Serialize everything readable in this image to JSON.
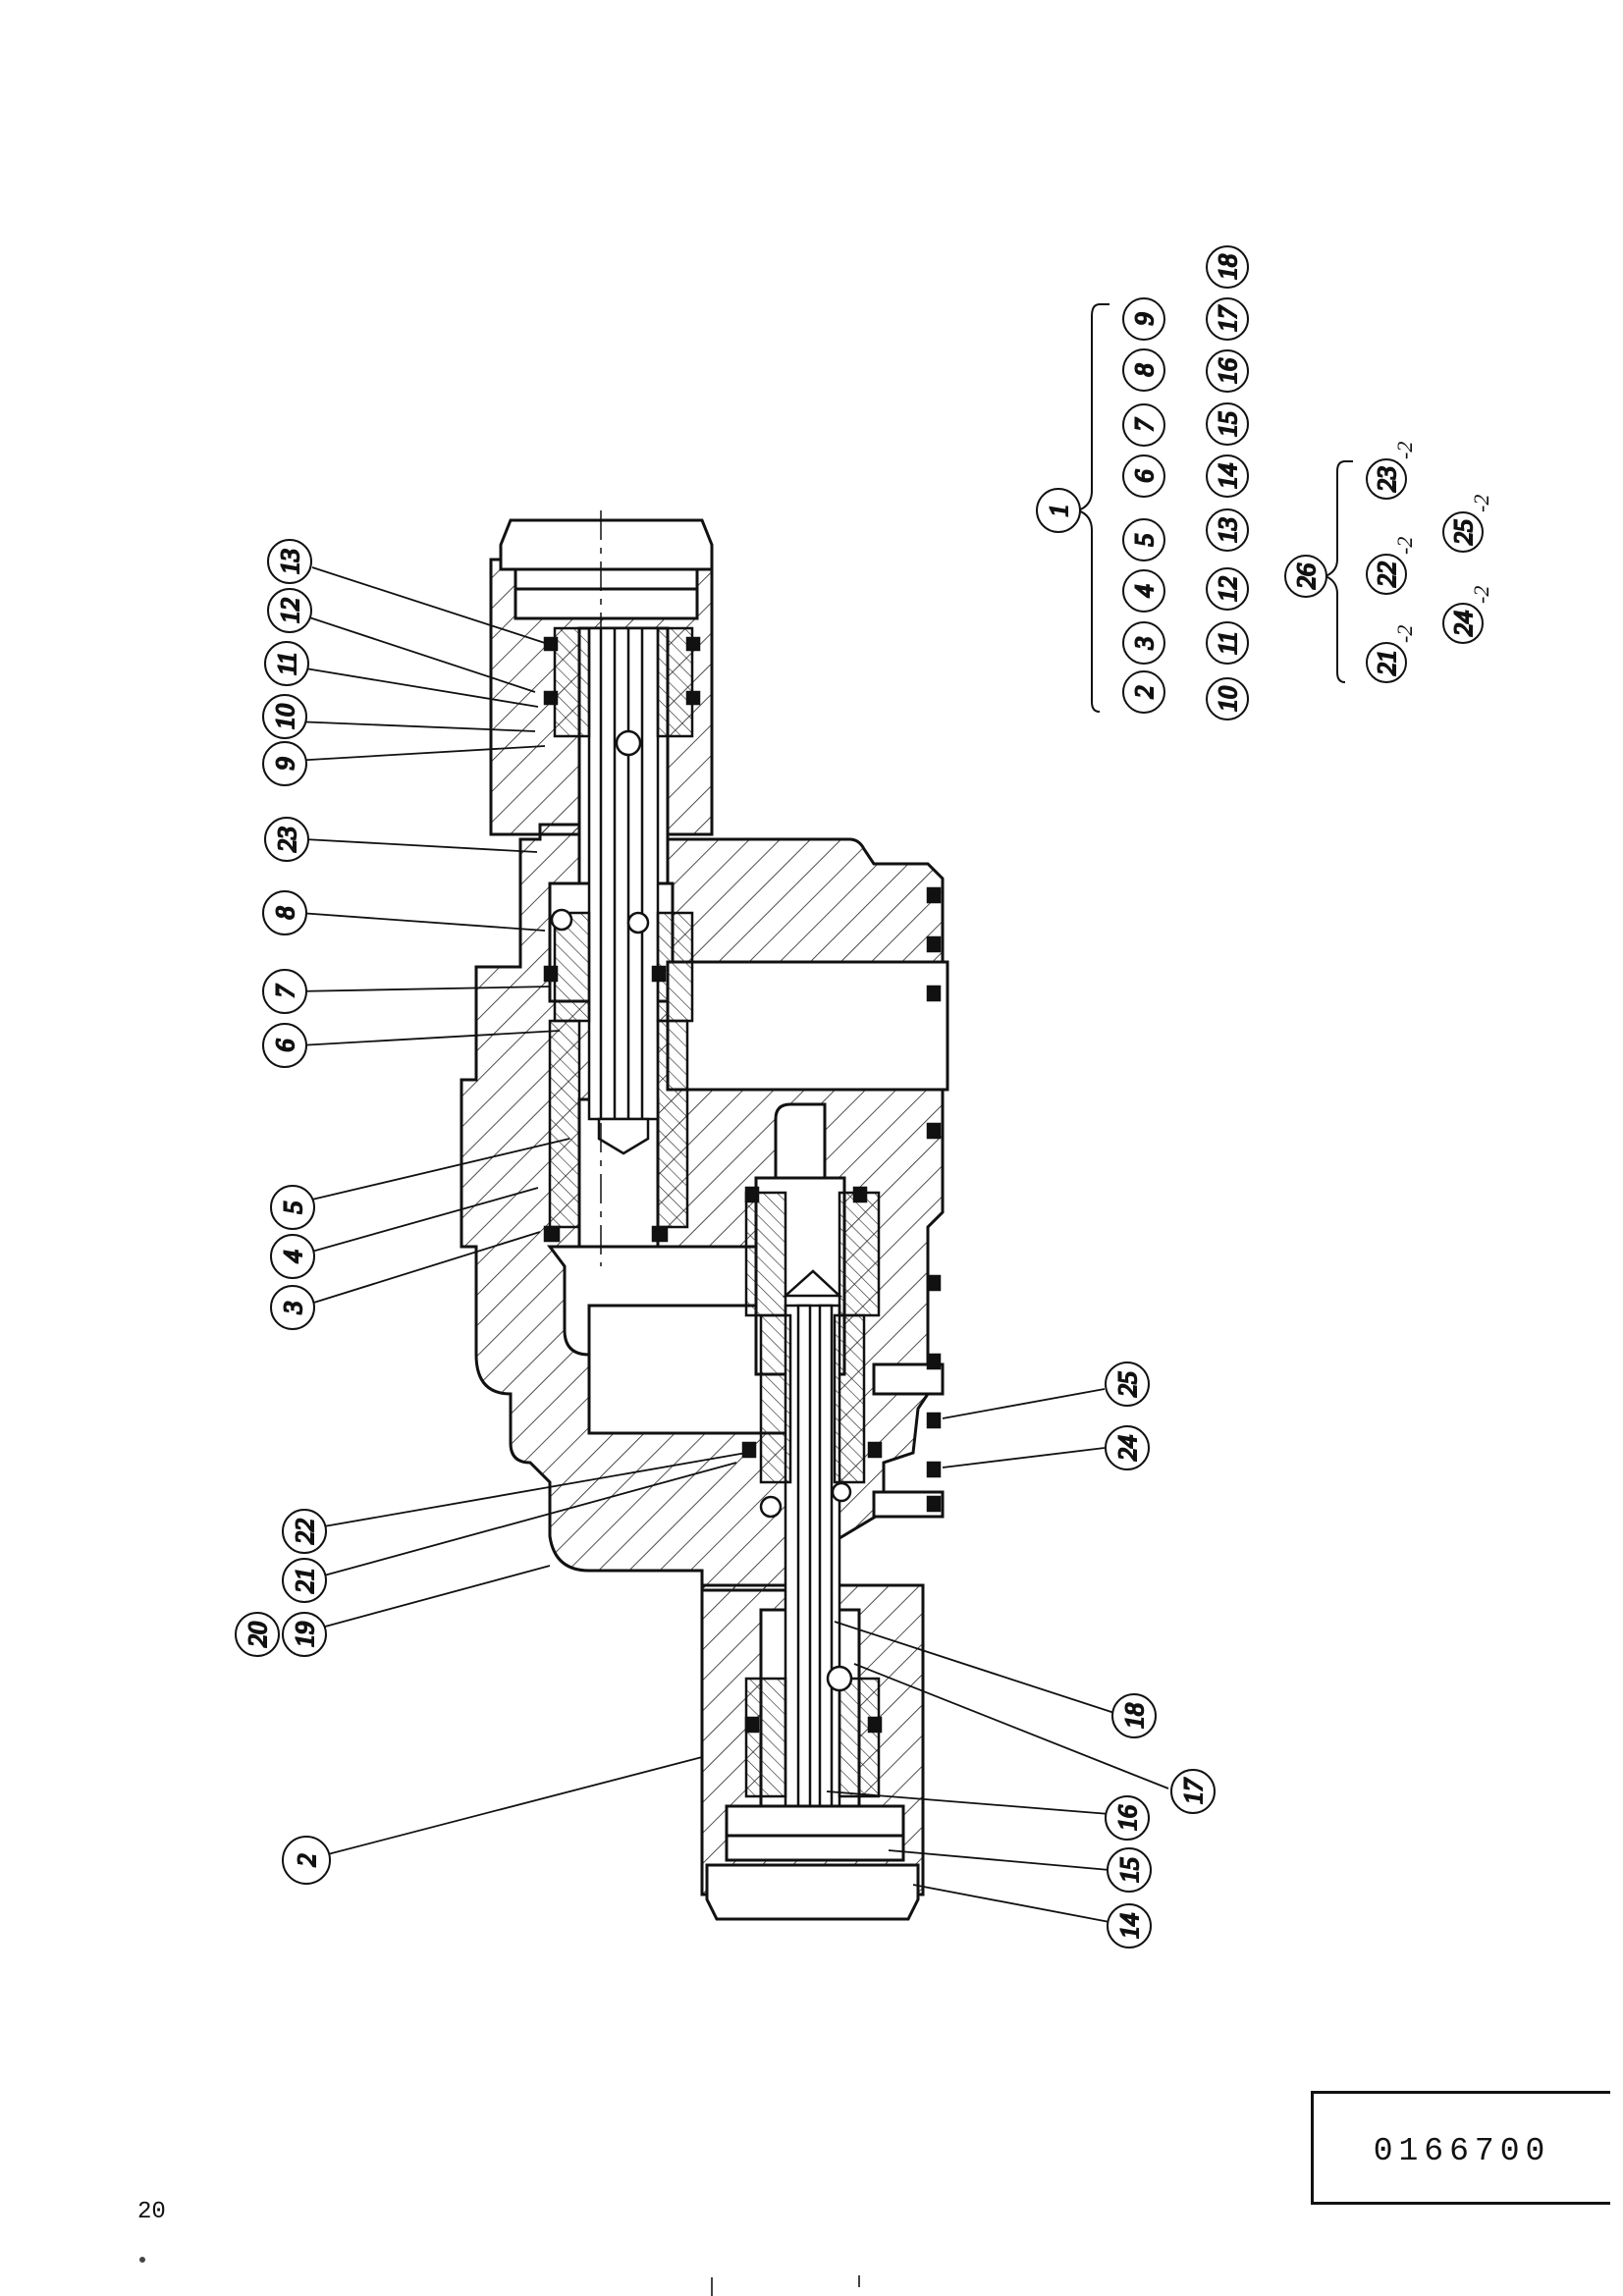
{
  "document": {
    "drawing_number": "0166700",
    "page_number": "20"
  },
  "callouts": {
    "c2": "2",
    "c3": "3",
    "c4": "4",
    "c5": "5",
    "c6": "6",
    "c7": "7",
    "c8": "8",
    "c9": "9",
    "c10": "10",
    "c11": "11",
    "c12": "12",
    "c13": "13",
    "c14": "14",
    "c15": "15",
    "c16": "16",
    "c17": "17",
    "c18": "18",
    "c19": "19",
    "c20": "20",
    "c21": "21",
    "c22": "22",
    "c23": "23",
    "c24": "24",
    "c25": "25"
  },
  "parts_key": {
    "assembly_1": {
      "label": "1",
      "row1": [
        "2",
        "3",
        "4",
        "5",
        "6",
        "7",
        "8",
        "9"
      ],
      "row2": [
        "10",
        "11",
        "12",
        "13",
        "14",
        "15",
        "16",
        "17",
        "18"
      ]
    },
    "assembly_26": {
      "label": "26",
      "row1": [
        "21",
        "22",
        "23"
      ],
      "row2": [
        "24",
        "25"
      ],
      "quantity": "-2"
    }
  }
}
